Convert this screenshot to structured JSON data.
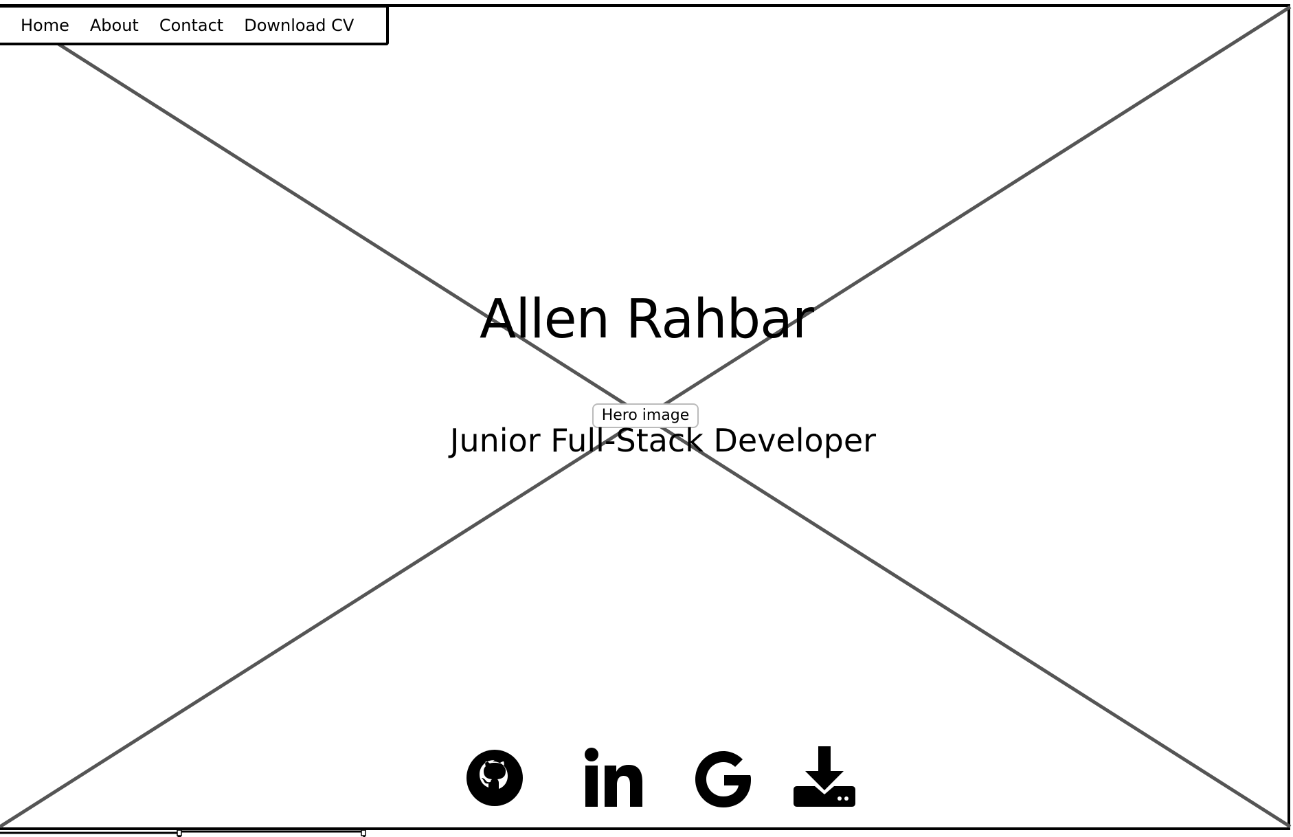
{
  "nav": {
    "links": [
      "Home",
      "About",
      "Contact",
      "Download CV"
    ]
  },
  "hero": {
    "title": "Allen Rahbar",
    "placeholder_label": "Hero image",
    "subtitle": "Junior Full-Stack Developer"
  },
  "social": {
    "icons": [
      "github-icon",
      "linkedin-icon",
      "google-icon",
      "download-icon"
    ]
  },
  "colors": {
    "ink": "#000000",
    "cross_line": "#555555",
    "background": "#ffffff"
  }
}
